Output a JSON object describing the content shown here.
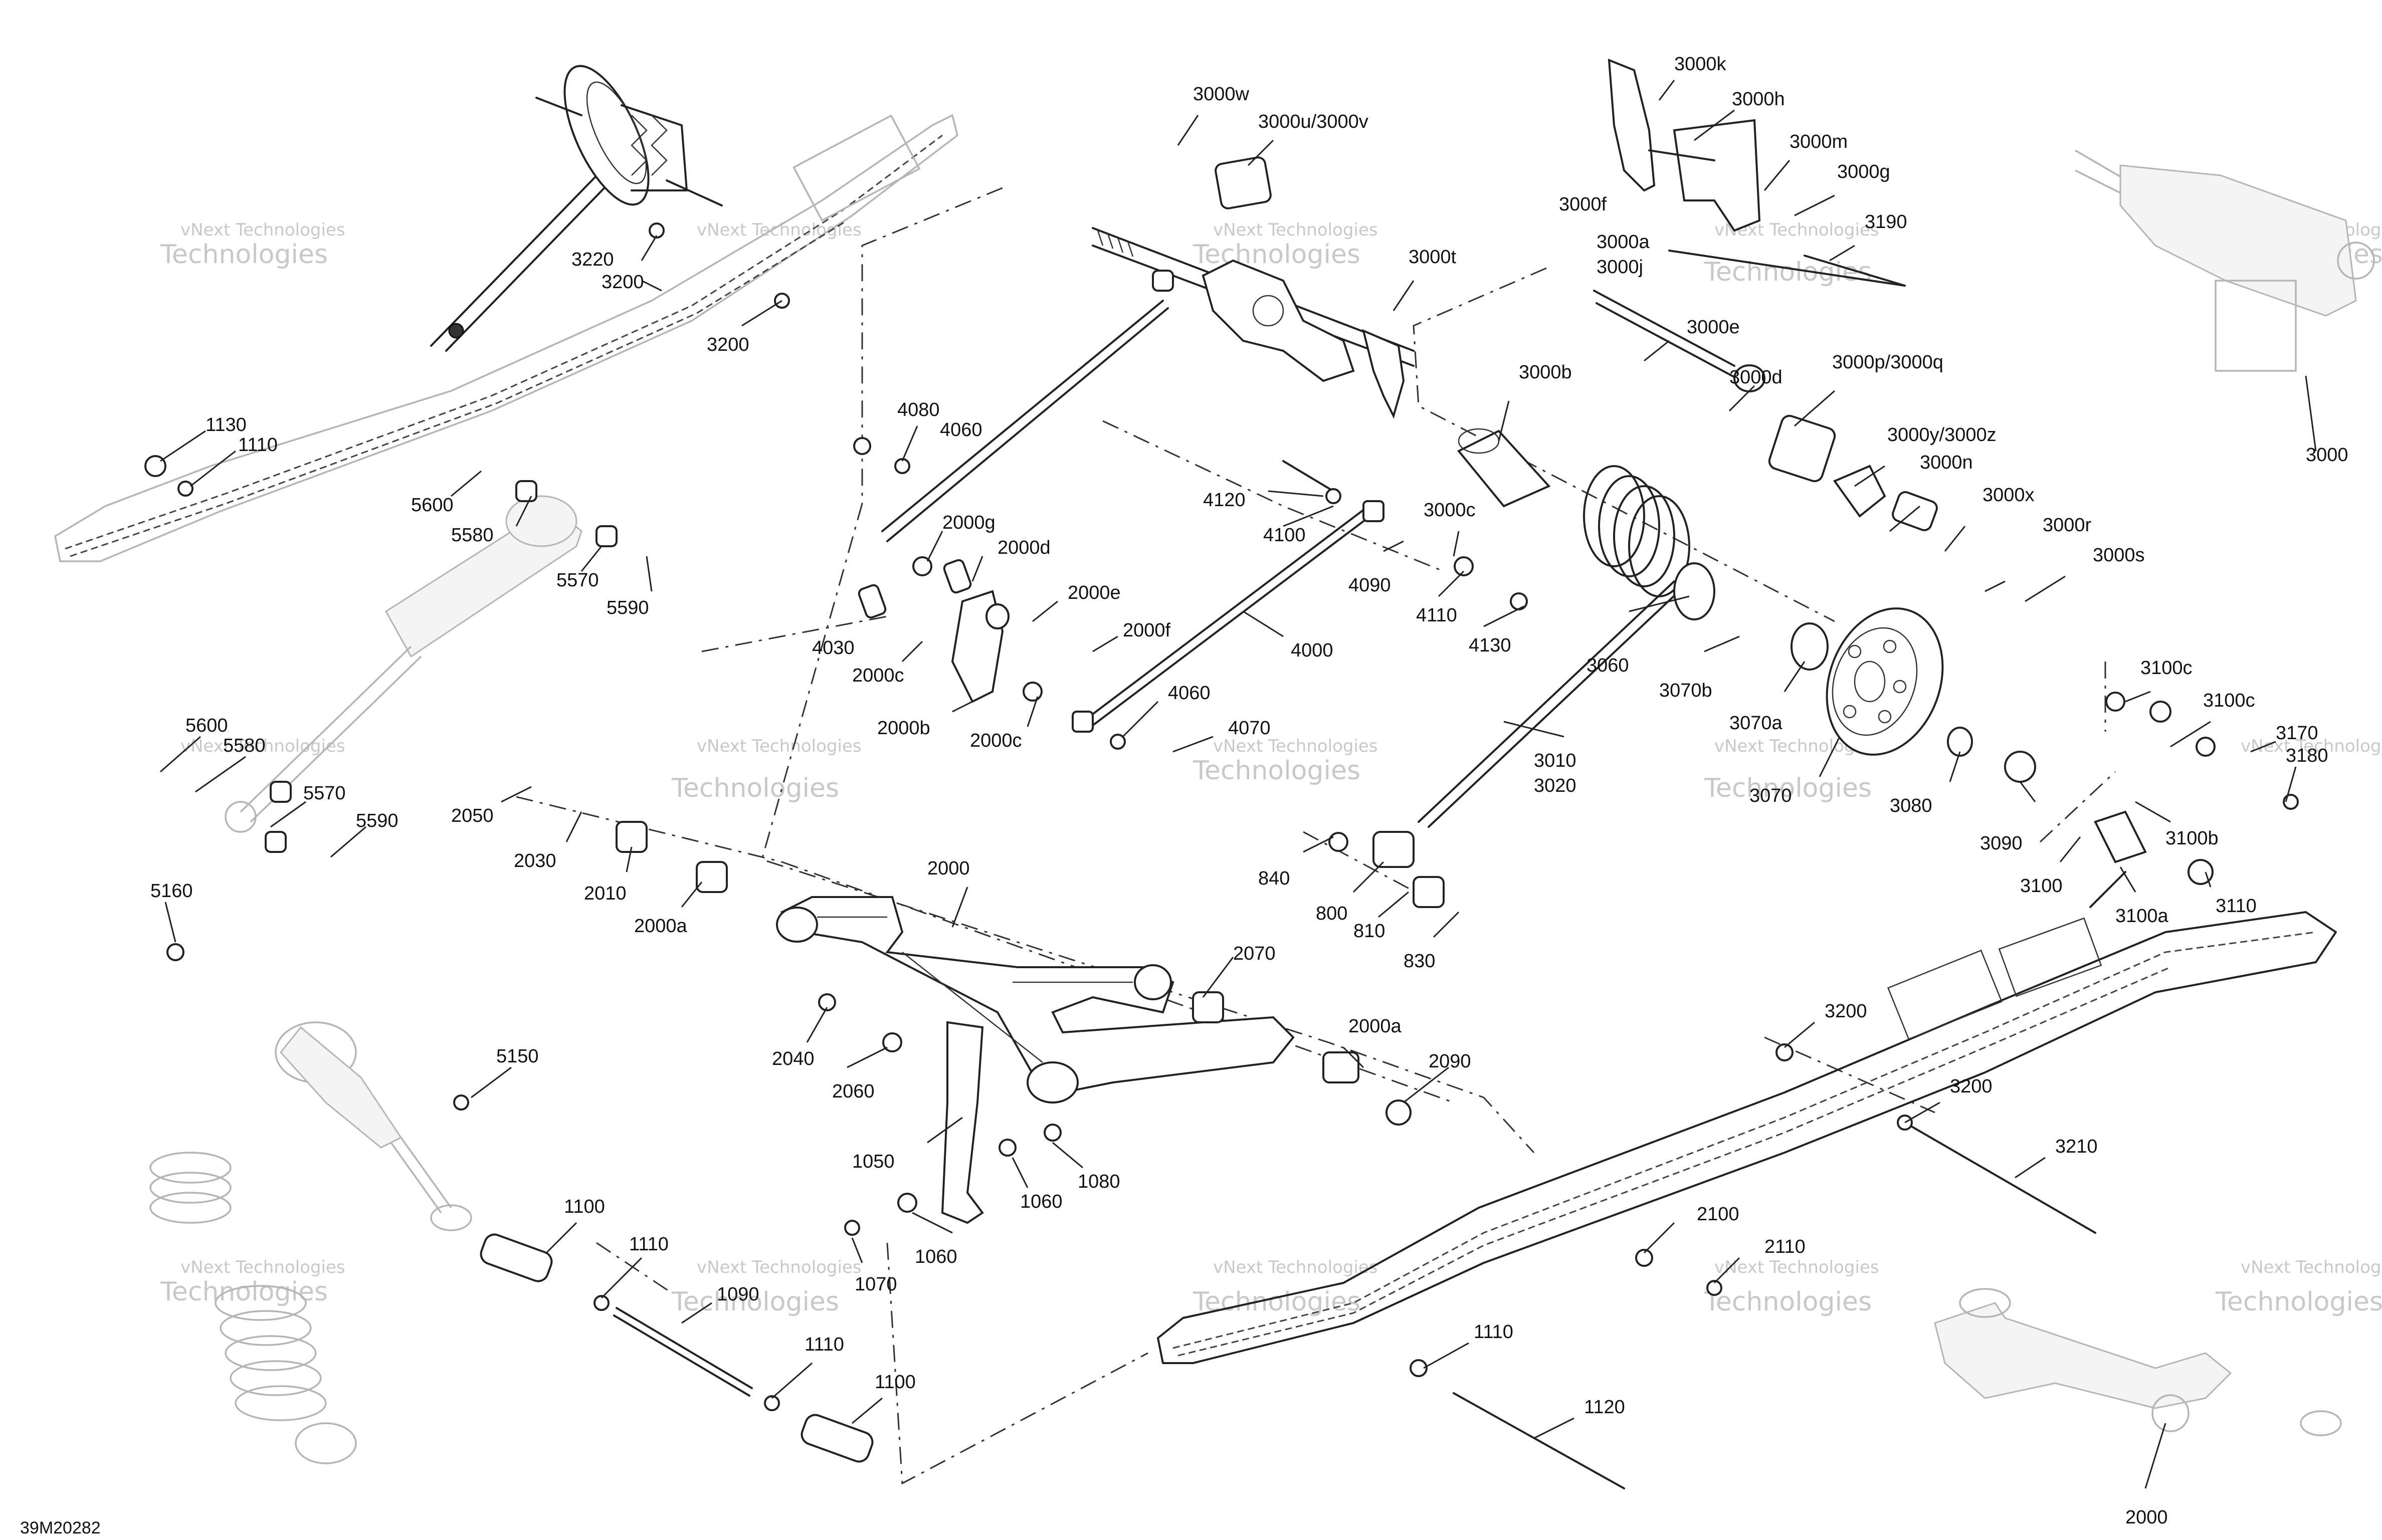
{
  "drawing_number": "39M20282",
  "watermark": {
    "line1": "vNext Technologies",
    "line2": "Technologies"
  },
  "callouts": [
    "3000w",
    "3000u/3000v",
    "3000k",
    "3000h",
    "3000m",
    "3000g",
    "3000f",
    "3000a",
    "3000j",
    "3190",
    "3220",
    "3200",
    "3200",
    "3000t",
    "3000e",
    "3000d",
    "3000p/3000q",
    "3000y/3000z",
    "3000n",
    "3000x",
    "3000r",
    "3000s",
    "3000",
    "3000b",
    "3000c",
    "4110",
    "4130",
    "4090",
    "4120",
    "4100",
    "4080",
    "4060",
    "2000g",
    "2000d",
    "2000e",
    "2000f",
    "2000c",
    "2000b",
    "2000c",
    "4030",
    "4000",
    "4060",
    "4070",
    "1130",
    "1110",
    "5600",
    "5580",
    "5570",
    "5590",
    "5600",
    "5580",
    "5570",
    "5590",
    "2050",
    "2030",
    "2010",
    "2000a",
    "2000",
    "2070",
    "3060",
    "3070b",
    "3070a",
    "3070",
    "3010",
    "3020",
    "3080",
    "3090",
    "3100c",
    "3100c",
    "3170",
    "3180",
    "3100b",
    "3100",
    "3100a",
    "3110",
    "840",
    "800",
    "810",
    "830",
    "5160",
    "5150",
    "2040",
    "2060",
    "2000a",
    "2090",
    "1050",
    "1080",
    "1060",
    "1060",
    "1070",
    "3200",
    "3200",
    "3210",
    "2100",
    "2110",
    "1100",
    "1110",
    "1090",
    "1110",
    "1100",
    "1110",
    "1120",
    "2000"
  ]
}
